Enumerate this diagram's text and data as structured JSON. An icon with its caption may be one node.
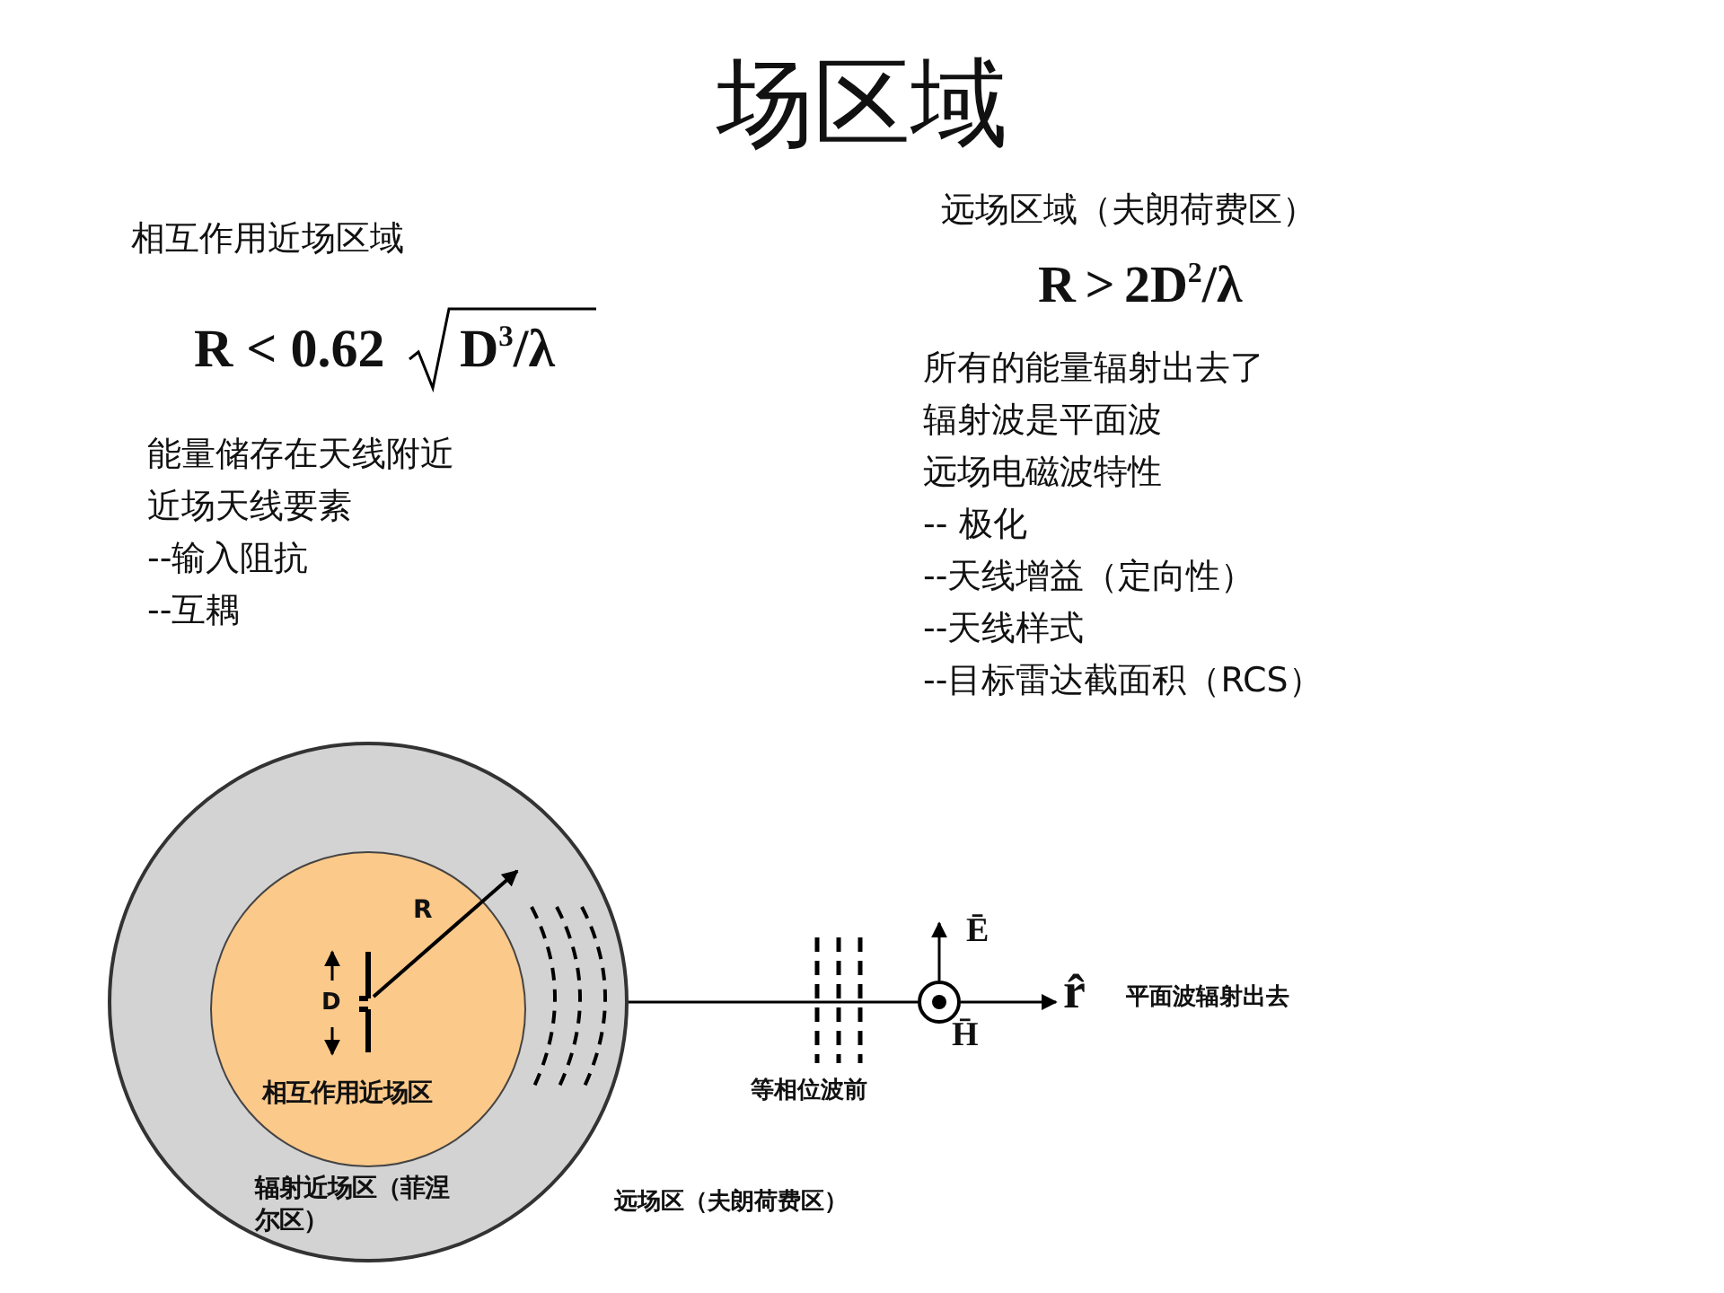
{
  "diagram": {
    "title": "场区域",
    "nodes": [
      {
        "text": [
          "辐射近场区（菲涅尔区）"
        ]
      },
      {
        "text": [
          "相互作用近场区"
        ],
        "in": 0
      },
      {
        "text": [],
        "shape": "circle"
      },
      {
        "text": [
          "r̂"
        ]
      }
    ],
    "edges": [
      {
        "from": 0,
        "to": 2,
        "arrow": "none"
      },
      {
        "from": 2,
        "to": 3,
        "arrow": "to"
      }
    ],
    "labels": [
      "远场区域（夫朗荷费区）",
      "相互作用近场区域",
      "R > 2D$^{2}$/λ",
      "R < 0.62",
      "D$^{3}$/λ",
      "所有的能量辐射出去了",
      "辐射波是平面波",
      "远场电磁波特性",
      "能量储存在天线附近",
      "-- 极化",
      "近场天线要素",
      "--天线增益（定向性）",
      "--输入阻抗",
      "--天线样式",
      "--互耦",
      "--目标雷达截面积（RCS）",
      "R",
      "Ē",
      "D",
      "平面波辐射出去",
      "H̄",
      "等相位波前",
      "远场区（夫朗荷费区）"
    ]
  }
}
